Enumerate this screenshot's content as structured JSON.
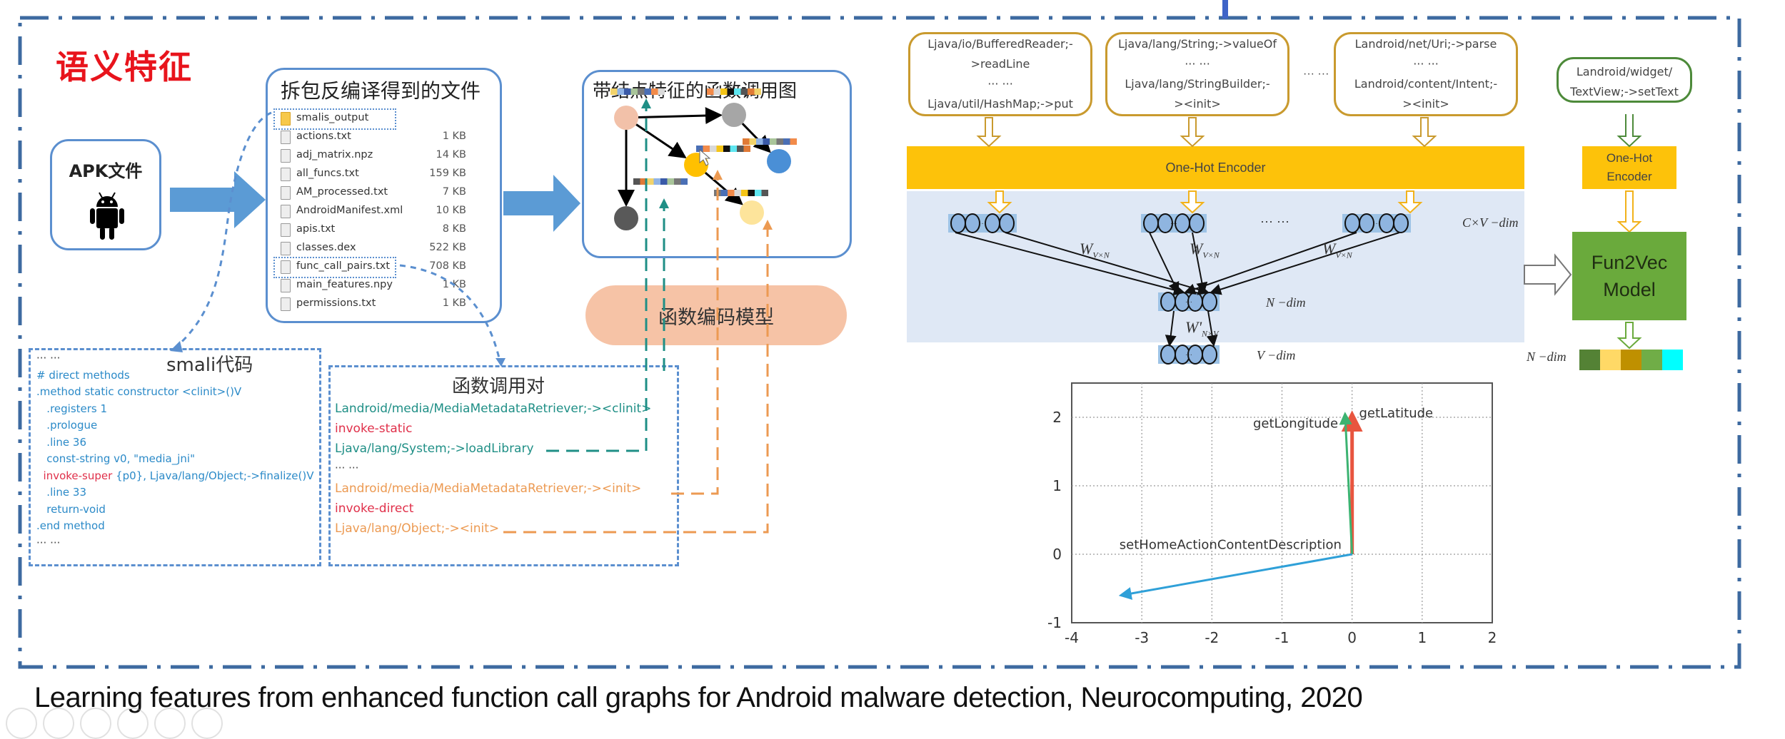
{
  "section_title": "语义特征",
  "apk_box": {
    "label": "APK文件",
    "icon": "android-robot-icon"
  },
  "files_box": {
    "title": "拆包反编译得到的文件",
    "files": [
      {
        "name": "smalis_output",
        "size": "",
        "type": "folder"
      },
      {
        "name": "actions.txt",
        "size": "1 KB",
        "type": "file"
      },
      {
        "name": "adj_matrix.npz",
        "size": "14 KB",
        "type": "file"
      },
      {
        "name": "all_funcs.txt",
        "size": "159 KB",
        "type": "file"
      },
      {
        "name": "AM_processed.txt",
        "size": "7 KB",
        "type": "file"
      },
      {
        "name": "AndroidManifest.xml",
        "size": "10 KB",
        "type": "file"
      },
      {
        "name": "apis.txt",
        "size": "8 KB",
        "type": "file"
      },
      {
        "name": "classes.dex",
        "size": "522 KB",
        "type": "file"
      },
      {
        "name": "func_call_pairs.txt",
        "size": "708 KB",
        "type": "file"
      },
      {
        "name": "main_features.npy",
        "size": "1 KB",
        "type": "file"
      },
      {
        "name": "permissions.txt",
        "size": "1 KB",
        "type": "file"
      }
    ]
  },
  "call_graph_box": {
    "title": "带结点特征的函数调用图",
    "nodes": [
      {
        "id": "n1",
        "color": "#f2c1a9"
      },
      {
        "id": "n2",
        "color": "#a6a6a6"
      },
      {
        "id": "n3",
        "color": "#ffc000"
      },
      {
        "id": "n4",
        "color": "#4a8fd6"
      },
      {
        "id": "n5",
        "color": "#595959"
      },
      {
        "id": "n6",
        "color": "#fde49b"
      }
    ]
  },
  "encoding_model": {
    "label": "函数编码模型"
  },
  "smali_box": {
    "title": "smali代码",
    "lines": [
      {
        "text": "··· ···",
        "style": "dark"
      },
      {
        "text": "# direct methods",
        "style": "blue"
      },
      {
        "text": ".method static constructor <clinit>()V",
        "style": "blue"
      },
      {
        "text": "   .registers 1",
        "style": "blue"
      },
      {
        "text": "   .prologue",
        "style": "blue"
      },
      {
        "text": "   .line 36",
        "style": "blue"
      },
      {
        "text": "   const-string v0, \"media_jni\"",
        "style": "blue"
      },
      {
        "text": "  invoke-super",
        "style": "red",
        "rest": " {p0}, Ljava/lang/Object;->finalize()V"
      },
      {
        "text": "   .line 33",
        "style": "blue"
      },
      {
        "text": "   return-void",
        "style": "blue"
      },
      {
        "text": ".end method",
        "style": "blue"
      },
      {
        "text": "··· ···",
        "style": "dark"
      }
    ]
  },
  "call_pairs_box": {
    "title": "函数调用对",
    "lines": [
      {
        "text": "Landroid/media/MediaMetadataRetriever;-><clinit>",
        "style": "teal"
      },
      {
        "text": "invoke-static",
        "style": "red"
      },
      {
        "text": "Ljava/lang/System;->loadLibrary",
        "style": "teal"
      },
      {
        "text": "··· ···",
        "style": "dark"
      },
      {
        "text": "Landroid/media/MediaMetadataRetriever;-><init>",
        "style": "orange"
      },
      {
        "text": "invoke-direct",
        "style": "red"
      },
      {
        "text": "Ljava/lang/Object;-><init>",
        "style": "orange"
      }
    ]
  },
  "api_inputs": [
    {
      "lines": [
        "Ljava/io/BufferedReader;-",
        ">readLine",
        "··· ···",
        "Ljava/util/HashMap;->put"
      ]
    },
    {
      "lines": [
        "Ljava/lang/String;->valueOf",
        "··· ···",
        "Ljava/lang/StringBuilder;-",
        "><init>"
      ]
    },
    {
      "lines": [
        "Landroid/net/Uri;->parse",
        "··· ···",
        "Landroid/content/Intent;-",
        "><init>"
      ]
    }
  ],
  "api_inputs_ellipsis": "··· ···",
  "target_input": {
    "lines": [
      "Landroid/widget/",
      "TextView;->setText"
    ]
  },
  "one_hot_encoder": "One-Hot Encoder",
  "one_hot_encoder_small": [
    "One-Hot",
    "Encoder"
  ],
  "network": {
    "input_layer_label": "C×V −dim",
    "hidden_layer_label": "N −dim",
    "output_layer_label": "V −dim",
    "weight_in": "W",
    "weight_in_sub": "V×N",
    "weight_out": "W'",
    "weight_out_sub": "N×V",
    "ellipsis": "··· ···"
  },
  "fun2vec": {
    "line1": "Fun2Vec",
    "line2": "Model",
    "output_label": "N −dim",
    "output_colors": [
      "#548235",
      "#ffd966",
      "#bf9000",
      "#70ad47",
      "#00ffff"
    ]
  },
  "caption": "Learning features from enhanced function call graphs for Android malware detection, Neurocomputing, 2020",
  "chart_data": {
    "type": "quiver",
    "title": "",
    "xlabel": "",
    "ylabel": "",
    "xlim": [
      -4,
      2
    ],
    "ylim": [
      -1,
      2.5
    ],
    "xticks": [
      -4,
      -3,
      -2,
      -1,
      0,
      1,
      2
    ],
    "yticks": [
      -1,
      0,
      1,
      2
    ],
    "grid": true,
    "series": [
      {
        "name": "getLatitude",
        "start": [
          0,
          0
        ],
        "end": [
          0.0,
          2.05
        ],
        "color": "#e8553f"
      },
      {
        "name": "getLongitude",
        "start": [
          0,
          0
        ],
        "end": [
          -0.1,
          2.05
        ],
        "color": "#3cb371"
      },
      {
        "name": "setHomeActionContentDescription",
        "start": [
          0,
          0
        ],
        "end": [
          -3.3,
          -0.6
        ],
        "color": "#2fa0d8"
      }
    ]
  },
  "presentation_toolbar": [
    "previous-icon",
    "next-icon",
    "pen-icon",
    "slides-icon",
    "zoom-icon",
    "more-icon"
  ]
}
